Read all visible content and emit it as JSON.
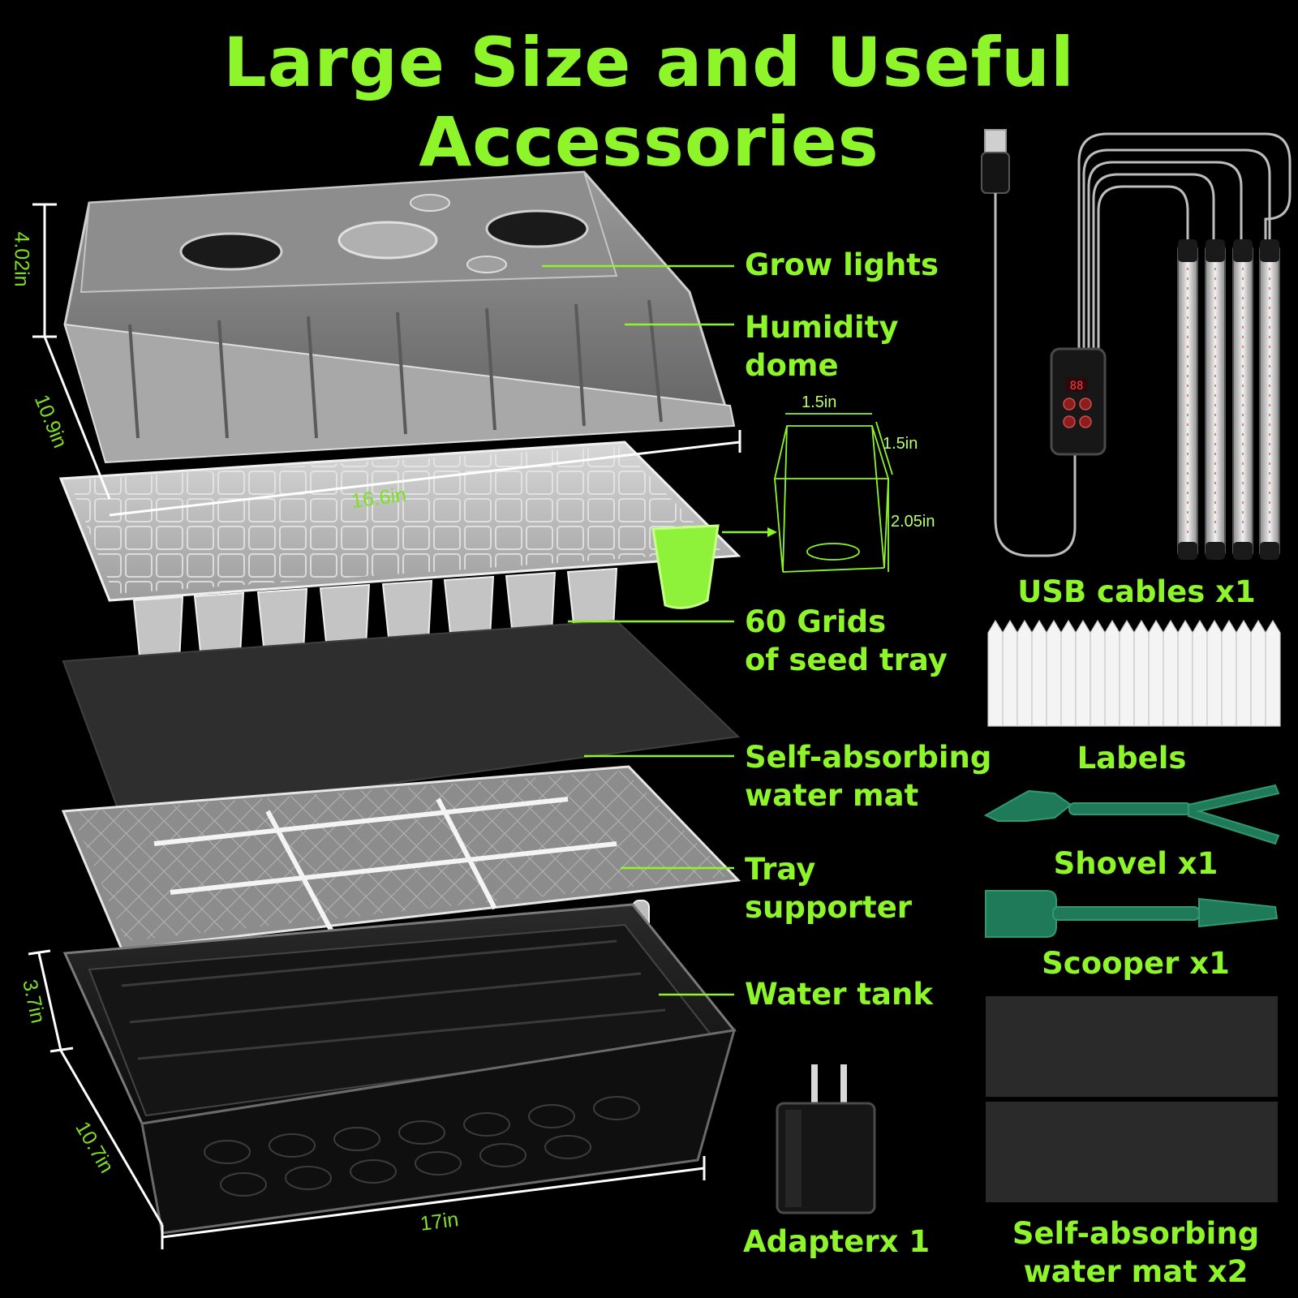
{
  "title": "Large Size and Useful Accessories",
  "parts": {
    "grow_lights": "Grow lights",
    "humidity_dome_1": "Humidity",
    "humidity_dome_2": "dome",
    "seed_tray_1": "60 Grids",
    "seed_tray_2": "of seed tray",
    "water_mat_1": "Self-absorbing",
    "water_mat_2": "water mat",
    "tray_supporter_1": "Tray",
    "tray_supporter_2": "supporter",
    "water_tank": "Water tank"
  },
  "accessories": {
    "usb_cables": "USB cables x1",
    "labels": "Labels",
    "shovel": "Shovel x1",
    "scooper": "Scooper x1",
    "adapter": "Adapterx 1",
    "mat_1": "Self-absorbing",
    "mat_2": "water mat x2"
  },
  "dimensions": {
    "dome_height": "4.02in",
    "dome_depth": "10.9in",
    "dome_length": "16.6in",
    "cell_width": "1.5in",
    "cell_depth": "1.5in",
    "cell_height": "2.05in",
    "tank_height": "3.7in",
    "tank_depth": "10.7in",
    "tank_length": "17in"
  },
  "controller_display": "88",
  "colors": {
    "accent": "#8df52a",
    "background": "#000000",
    "tool_green": "#1f7a5a"
  }
}
